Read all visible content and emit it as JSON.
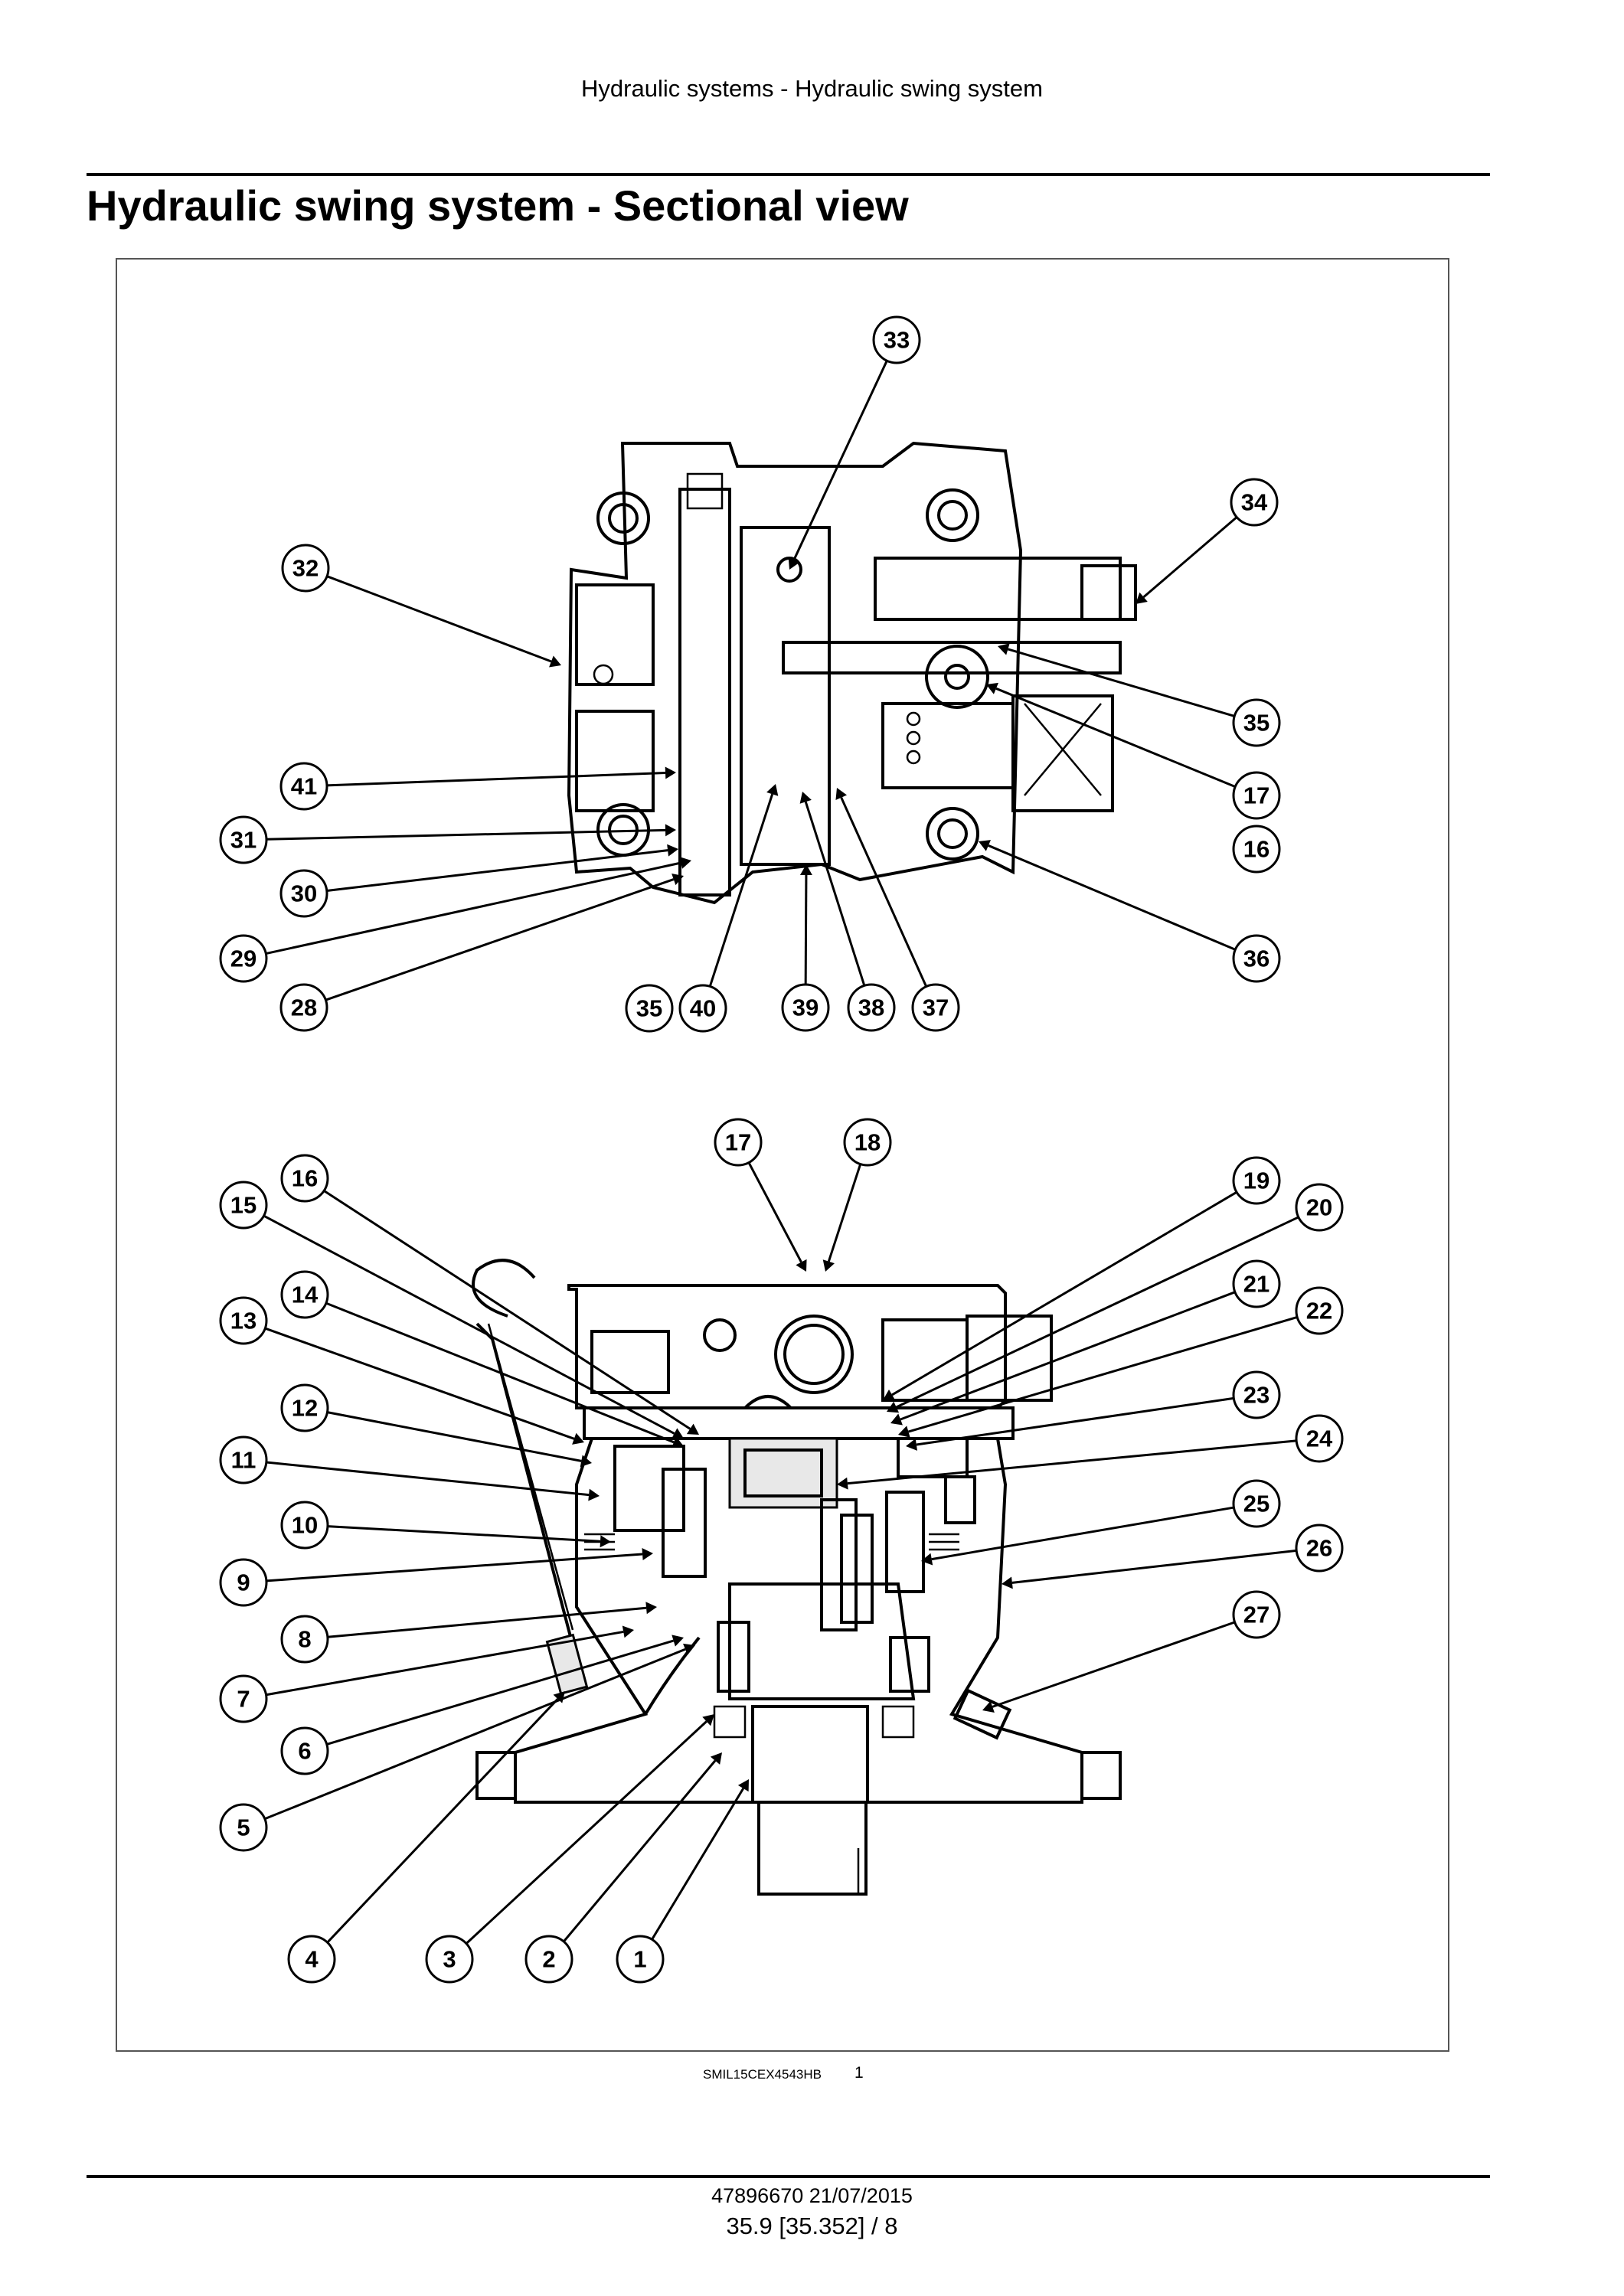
{
  "header": {
    "section_path": "Hydraulic systems - Hydraulic swing system"
  },
  "page_title": "Hydraulic swing system - Sectional view",
  "figure": {
    "caption_code": "SMIL15CEX4543HB",
    "figure_number": "1",
    "callouts": [
      "1",
      "2",
      "3",
      "4",
      "5",
      "6",
      "7",
      "8",
      "9",
      "10",
      "11",
      "12",
      "13",
      "14",
      "15",
      "16",
      "17",
      "18",
      "19",
      "20",
      "21",
      "22",
      "23",
      "24",
      "25",
      "26",
      "27",
      "28",
      "29",
      "30",
      "31",
      "32",
      "33",
      "34",
      "35",
      "36",
      "37",
      "38",
      "39",
      "40",
      "41"
    ]
  },
  "footer": {
    "doc_id": "47896670 21/07/2015",
    "page_ref": "35.9 [35.352] / 8"
  }
}
